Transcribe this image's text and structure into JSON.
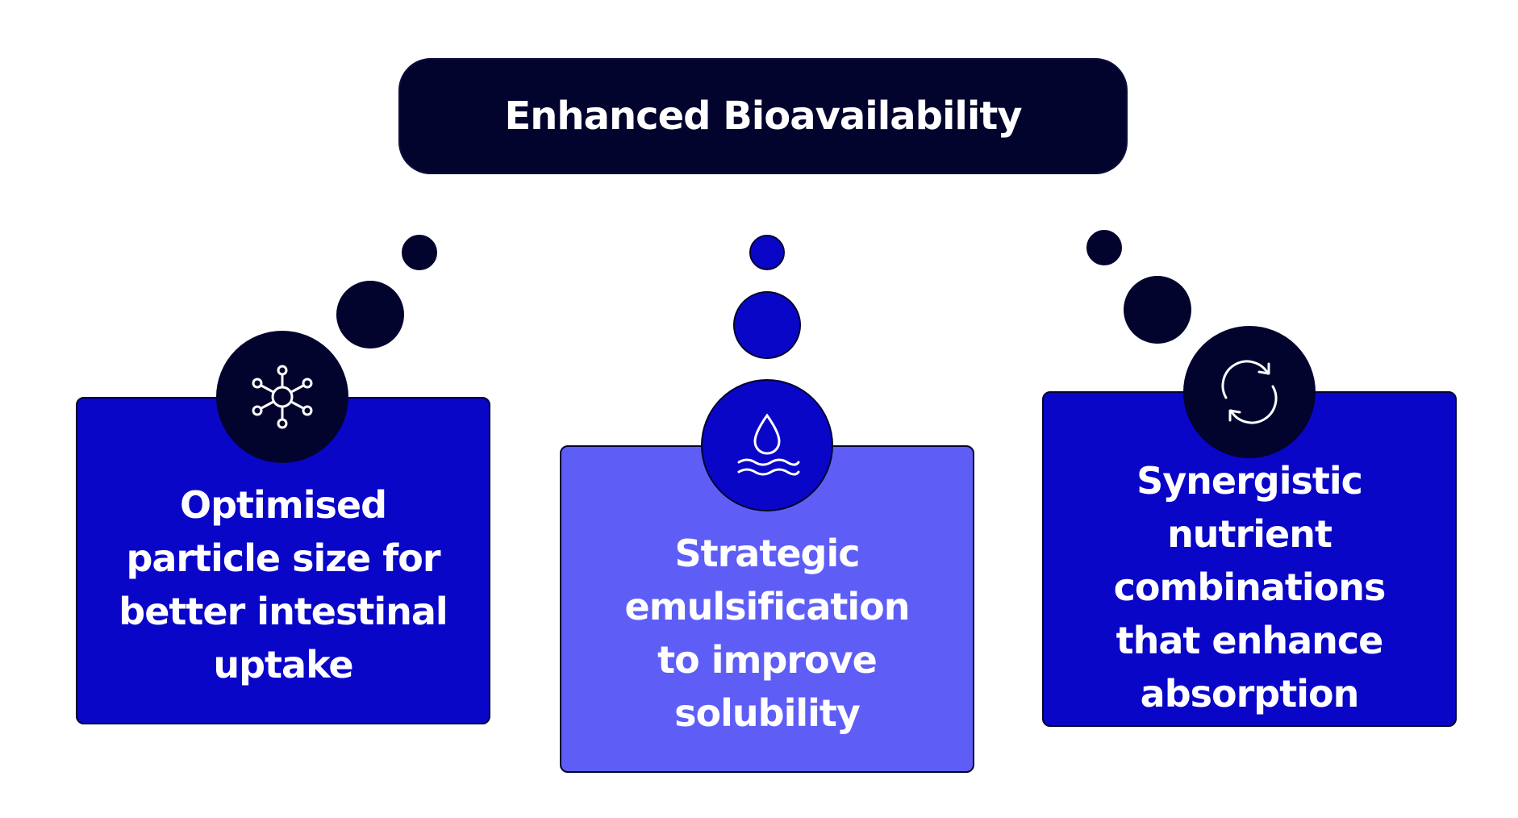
{
  "title": "Enhanced Bioavailability",
  "colors": {
    "navy": "#02042e",
    "blue": "#0a06c8",
    "lavender": "#5e5ef7",
    "white": "#ffffff"
  },
  "cards": [
    {
      "text": "Optimised particle size for better intestinal uptake",
      "icon": "molecule-icon",
      "color": "#0a06c8"
    },
    {
      "text": "Strategic emulsification to improve solubility",
      "icon": "water-drop-icon",
      "color": "#5e5ef7"
    },
    {
      "text": "Synergistic nutrient combinations that enhance absorption",
      "icon": "refresh-cycle-icon",
      "color": "#0a06c8"
    }
  ]
}
